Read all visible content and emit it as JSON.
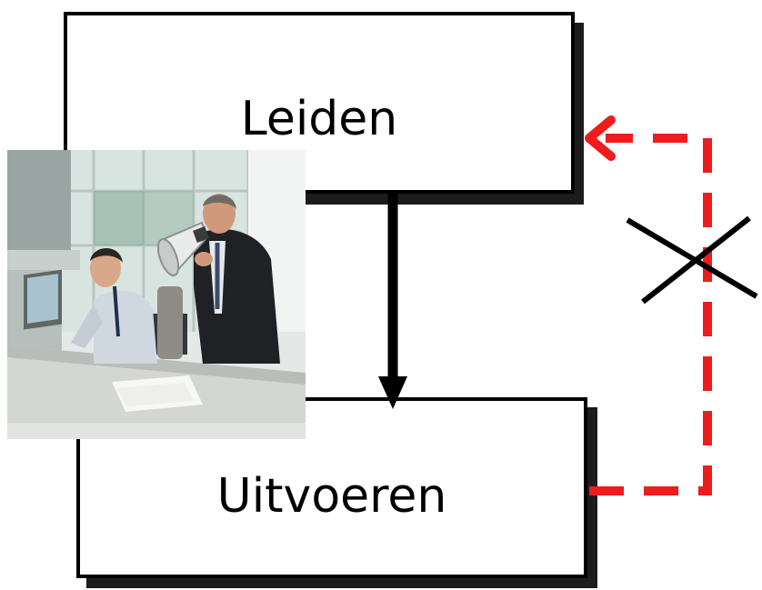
{
  "diagram": {
    "top_box_label": "Leiden",
    "bottom_box_label": "Uitvoeren",
    "down_arrow_color": "#000000",
    "feedback_arrow_color": "#ee1c1c",
    "feedback_arrow_style": "dashed",
    "feedback_blocked_mark": "x-cross",
    "photo": {
      "subject": "manager-shouting-through-megaphone-at-employee-photo"
    }
  }
}
